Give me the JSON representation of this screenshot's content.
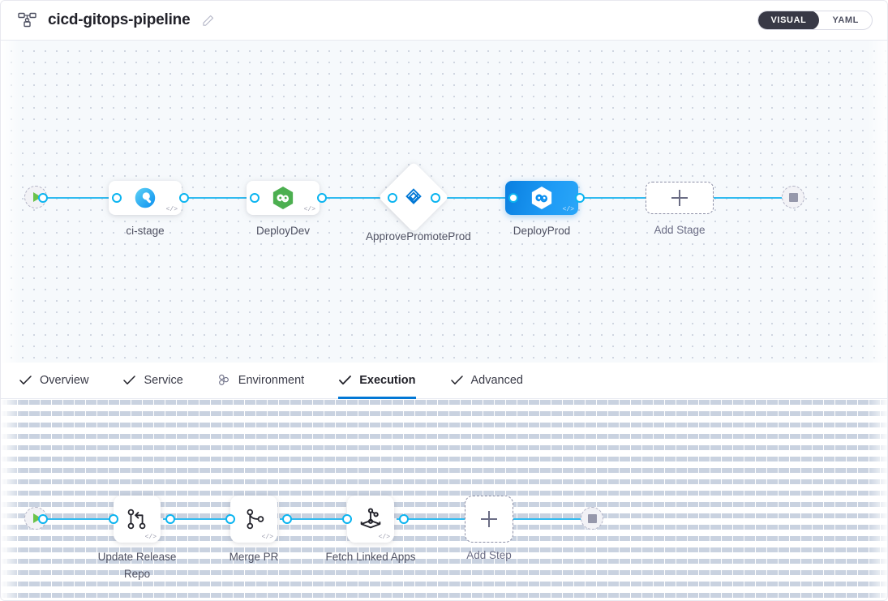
{
  "header": {
    "pipeline_icon": "pipeline-hierarchy-icon",
    "title": "cicd-gitops-pipeline",
    "edit_icon": "pencil-edit-icon",
    "view_toggle": {
      "options": [
        "VISUAL",
        "YAML"
      ],
      "selected": "VISUAL"
    }
  },
  "stage_graph": {
    "start_node": {
      "icon": "play-icon",
      "name": "pipeline-start"
    },
    "end_node": {
      "icon": "stop-icon",
      "name": "pipeline-end"
    },
    "stages": [
      {
        "label": "ci-stage",
        "type": "ci",
        "icon": "harness-ci-icon",
        "selected": false,
        "shape": "box",
        "code_badge": "</>"
      },
      {
        "label": "DeployDev",
        "type": "cd",
        "icon": "gitops-hexagon-icon",
        "selected": false,
        "shape": "box",
        "code_badge": "</>"
      },
      {
        "label": "ApprovePromoteProd",
        "type": "approval",
        "icon": "approval-check-icon",
        "selected": false,
        "shape": "diamond",
        "code_badge": ""
      },
      {
        "label": "DeployProd",
        "type": "cd",
        "icon": "gitops-hexagon-icon",
        "selected": true,
        "shape": "box",
        "code_badge": "</>"
      }
    ],
    "add_stage": {
      "label": "Add Stage",
      "icon": "plus-icon"
    }
  },
  "tabs": [
    {
      "label": "Overview",
      "icon": "check-icon",
      "active": false
    },
    {
      "label": "Service",
      "icon": "check-icon",
      "active": false
    },
    {
      "label": "Environment",
      "icon": "infrastructure-icon",
      "active": false
    },
    {
      "label": "Execution",
      "icon": "check-icon",
      "active": true
    },
    {
      "label": "Advanced",
      "icon": "check-icon",
      "active": false
    }
  ],
  "step_graph": {
    "start_node": {
      "icon": "play-icon",
      "name": "execution-start"
    },
    "end_node": {
      "icon": "stop-icon",
      "name": "execution-end"
    },
    "steps": [
      {
        "label": "Update Release Repo",
        "icon": "git-branch-merge-icon",
        "code_badge": "</>"
      },
      {
        "label": "Merge PR",
        "icon": "git-pull-request-icon",
        "code_badge": "</>"
      },
      {
        "label": "Fetch Linked Apps",
        "icon": "gitops-app-icon",
        "code_badge": "</>"
      }
    ],
    "add_step": {
      "label": "Add Step",
      "icon": "plus-icon"
    }
  },
  "colors": {
    "accent_blue": "#0278d5",
    "edge_blue": "#32bbf0",
    "selected_stage": "#0a7fe0",
    "start_green": "#6cc24a",
    "toggle_dark": "#383946",
    "canvas_bg": "#f6f9fc"
  }
}
